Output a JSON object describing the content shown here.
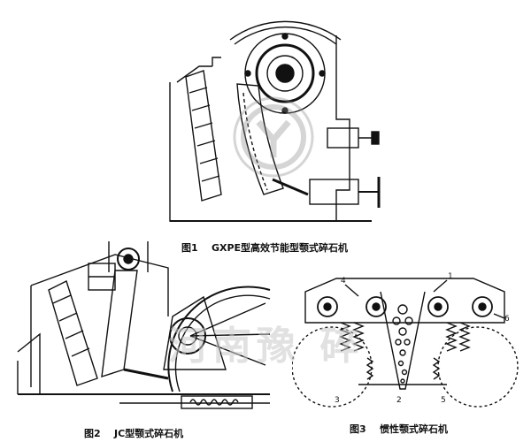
{
  "figure1": {
    "caption": "图1    GXPE型高效节能型颚式碎石机"
  },
  "figure2": {
    "caption": "图2    JC型颚式碎石机"
  },
  "figure3": {
    "caption": "图3    惯性颚式碎石机",
    "part_labels": [
      "1",
      "2",
      "3",
      "4",
      "5",
      "6"
    ]
  },
  "watermark_text": "河南豫 碎"
}
